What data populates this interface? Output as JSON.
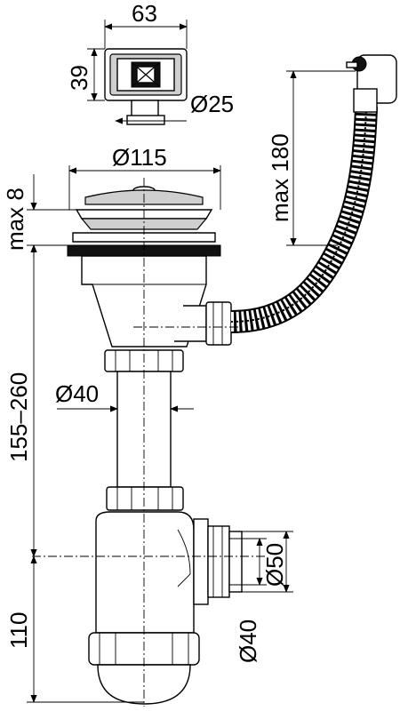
{
  "dimensions": {
    "overflow_width": "63",
    "overflow_height": "39",
    "overflow_outlet": "Ø25",
    "strainer_diameter": "Ø115",
    "hose_length": "max 180",
    "flange_thickness": "max 8",
    "height_range": "155–260",
    "pipe_diameter": "Ø40",
    "side_outlet_large": "Ø50",
    "side_outlet_small": "Ø40",
    "trap_height": "110"
  }
}
